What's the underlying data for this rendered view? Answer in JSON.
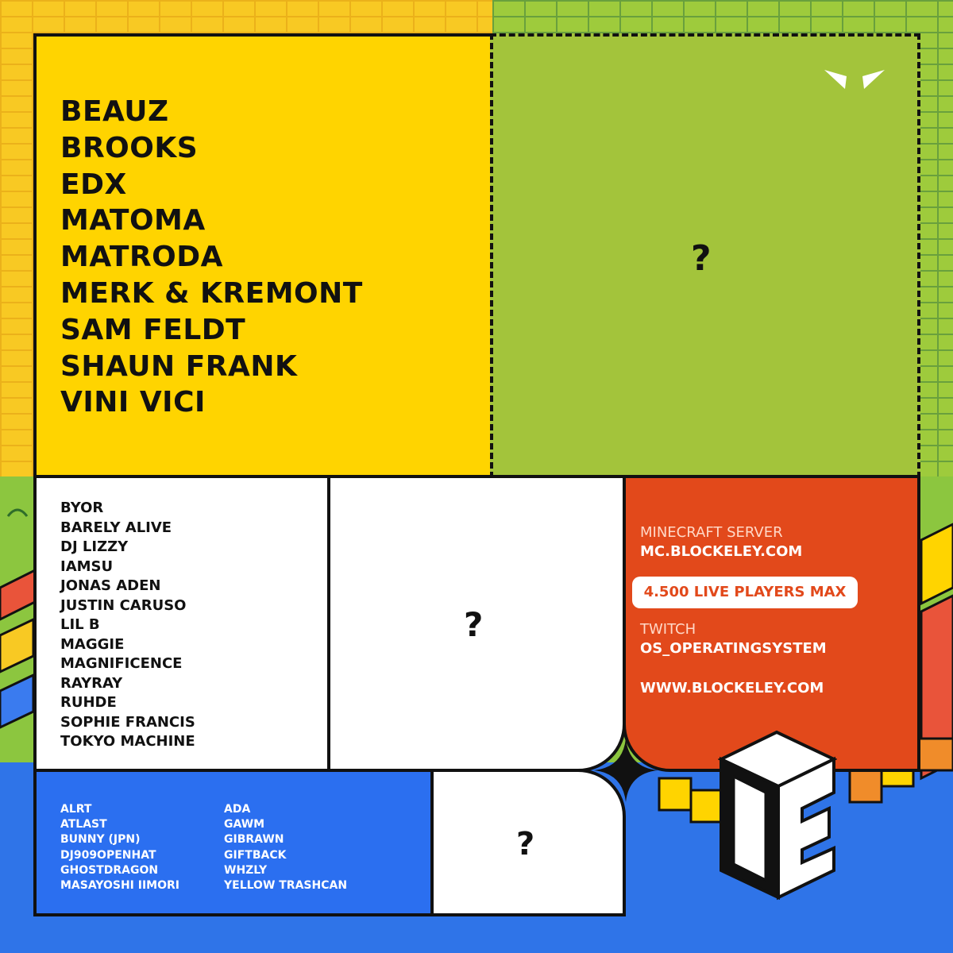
{
  "headliners": [
    "BEAUZ",
    "BROOKS",
    "EDX",
    "MATOMA",
    "MATRODA",
    "MERK & KREMONT",
    "SAM FELDT",
    "SHAUN FRANK",
    "VINI VICI"
  ],
  "second_tier": [
    "BYOR",
    "BARELY ALIVE",
    "DJ LIZZY",
    "IAMSU",
    "JONAS ADEN",
    "JUSTIN CARUSO",
    "LIL B",
    "MAGGIE",
    "MAGNIFICENCE",
    "RAYRAY",
    "RUHDE",
    "SOPHIE FRANCIS",
    "TOKYO MACHINE"
  ],
  "third_tier_col1": [
    "ALRT",
    "ATLAST",
    "BUNNY (JPN)",
    "DJ909OPENHAT",
    "GHOSTDRAGON",
    "MASAYOSHI IIMORI"
  ],
  "third_tier_col2": [
    "ADA",
    "GAWM",
    "GIBRAWN",
    "GIFTBACK",
    "WHZLY",
    "YELLOW TRASHCAN"
  ],
  "mystery": {
    "large": "?",
    "middle": "?",
    "small": "?"
  },
  "info": {
    "server_label": "MINECRAFT SERVER",
    "server_value": "MC.BLOCKELEY.COM",
    "players": "4.500 LIVE PLAYERS MAX",
    "twitch_label": "TWITCH",
    "twitch_value": "OS_OPERATINGSYSTEM",
    "website": "WWW.BLOCKELEY.COM"
  },
  "colors": {
    "yellow": "#ffd400",
    "green": "#a3c43b",
    "orange": "#e2491b",
    "blue": "#2b6ff0",
    "ink": "#111111"
  },
  "icons": {
    "top_logo": "wing-logo-icon",
    "brand_logo": "block-e-logo-icon",
    "divider": "four-point-star-icon"
  }
}
